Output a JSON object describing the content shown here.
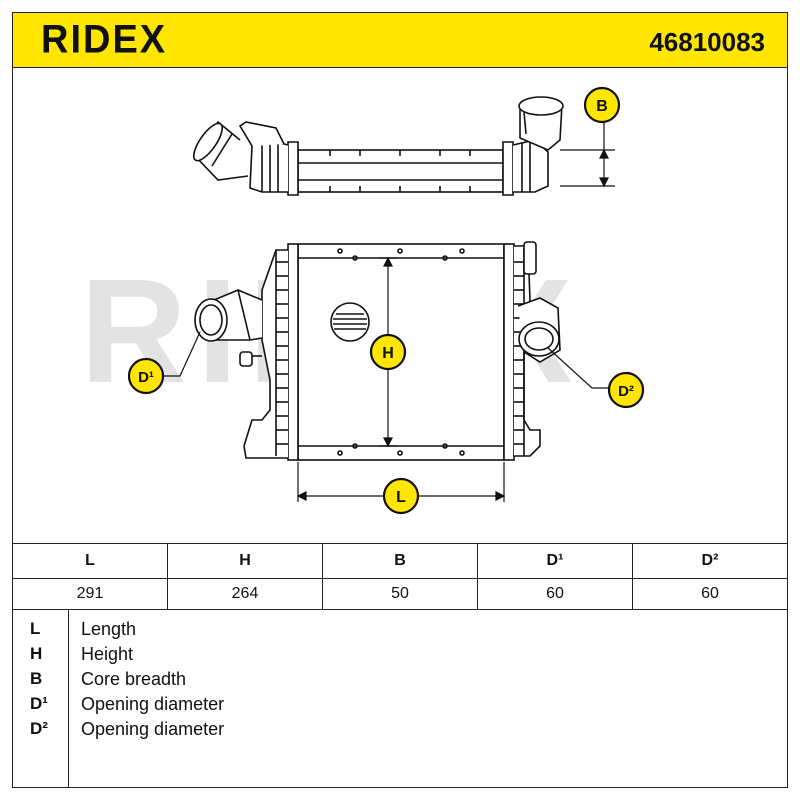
{
  "header": {
    "brand": "RIDEX",
    "part_number": "46810083",
    "color": "#ffe600"
  },
  "watermark": "RIDEX",
  "callouts": {
    "B": "B",
    "H": "H",
    "L": "L",
    "D1": "D¹",
    "D2": "D²"
  },
  "dimensions_table": {
    "headers": [
      "L",
      "H",
      "B",
      "D¹",
      "D²"
    ],
    "values": [
      "291",
      "264",
      "50",
      "60",
      "60"
    ]
  },
  "legend": [
    {
      "symbol": "L",
      "description": "Length"
    },
    {
      "symbol": "H",
      "description": "Height"
    },
    {
      "symbol": "B",
      "description": "Core breadth"
    },
    {
      "symbol": "D¹",
      "description": "Opening diameter"
    },
    {
      "symbol": "D²",
      "description": "Opening diameter"
    }
  ],
  "colors": {
    "accent": "#ffe600",
    "ink": "#111111",
    "watermark": "#e3e3e3"
  }
}
